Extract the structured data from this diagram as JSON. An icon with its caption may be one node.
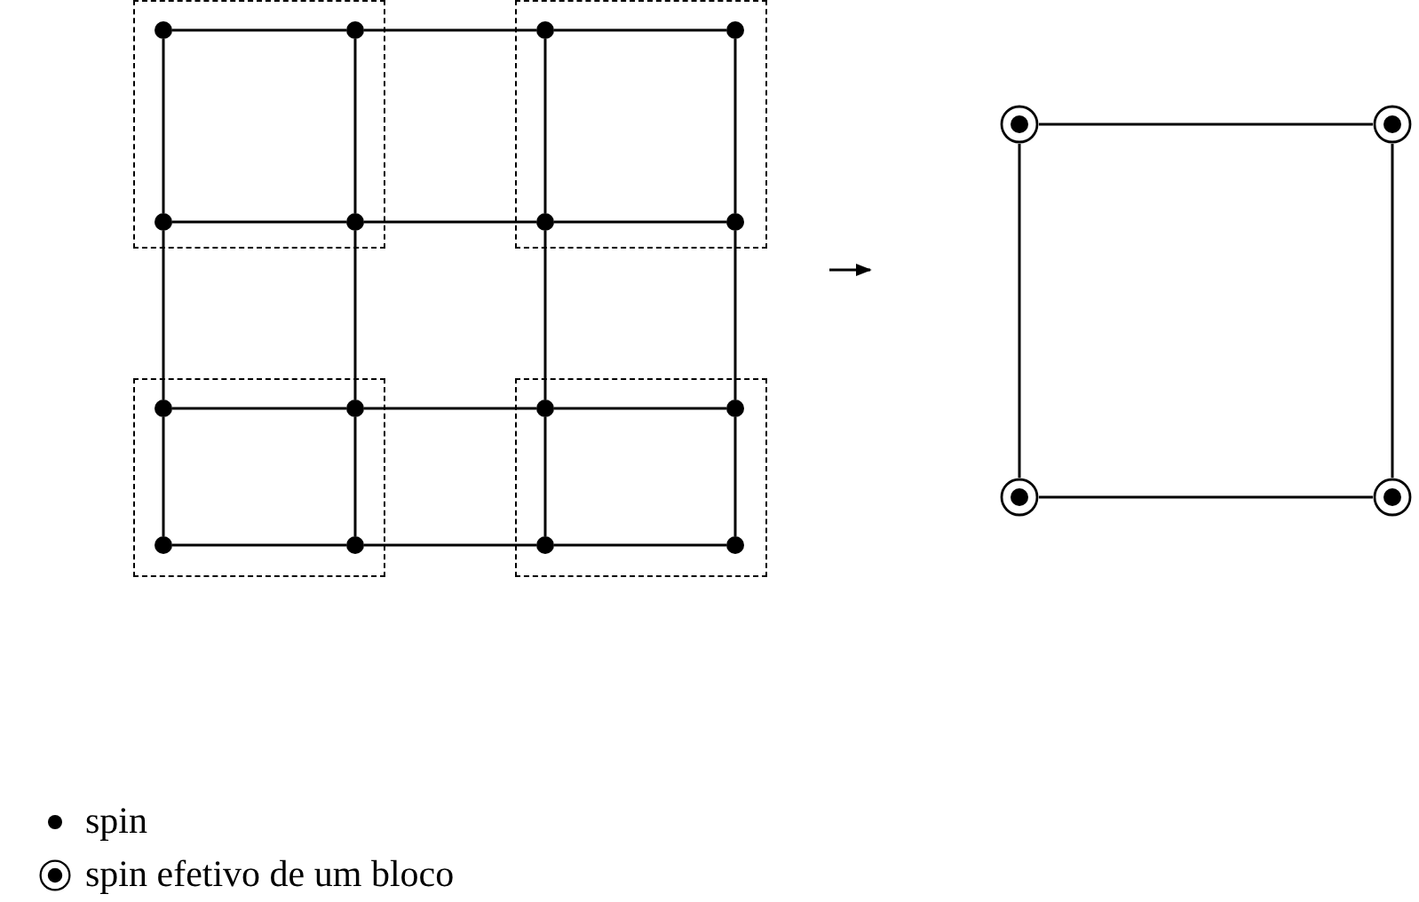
{
  "diagram": {
    "nodes": [
      {
        "text": [],
        "shape": "box"
      },
      {
        "text": [],
        "shape": "circle",
        "in": 0
      },
      {
        "text": [],
        "shape": "circle",
        "in": 0
      },
      {
        "text": [],
        "shape": "circle",
        "in": 0
      },
      {
        "text": [],
        "shape": "circle",
        "in": 0
      },
      {
        "text": [],
        "shape": "box"
      },
      {
        "text": [],
        "shape": "circle",
        "in": 5
      },
      {
        "text": [],
        "shape": "circle",
        "in": 5
      },
      {
        "text": [],
        "shape": "circle",
        "in": 5
      },
      {
        "text": [],
        "shape": "circle",
        "in": 5
      },
      {
        "text": [],
        "shape": "box"
      },
      {
        "text": [],
        "shape": "circle",
        "in": 10
      },
      {
        "text": [],
        "shape": "circle",
        "in": 10
      },
      {
        "text": [],
        "shape": "circle",
        "in": 10
      },
      {
        "text": [],
        "shape": "circle",
        "in": 10
      },
      {
        "text": [],
        "shape": "box"
      },
      {
        "text": [],
        "shape": "circle",
        "in": 15
      },
      {
        "text": [],
        "shape": "circle",
        "in": 15
      },
      {
        "text": [],
        "shape": "circle",
        "in": 15
      },
      {
        "text": [],
        "shape": "circle",
        "in": 15
      },
      {
        "text": [],
        "shape": "circle"
      },
      {
        "text": [],
        "shape": "circle"
      },
      {
        "text": [],
        "shape": "circle"
      },
      {
        "text": [],
        "shape": "circle"
      }
    ],
    "edges": [
      {
        "from": 1,
        "to": 2,
        "arrow": "none"
      },
      {
        "from": 2,
        "to": 6,
        "arrow": "none"
      },
      {
        "from": 6,
        "to": 7,
        "arrow": "none"
      },
      {
        "from": 3,
        "to": 4,
        "arrow": "none"
      },
      {
        "from": 4,
        "to": 8,
        "arrow": "none"
      },
      {
        "from": 8,
        "to": 9,
        "arrow": "none"
      },
      {
        "from": 11,
        "to": 12,
        "arrow": "none"
      },
      {
        "from": 12,
        "to": 16,
        "arrow": "none"
      },
      {
        "from": 16,
        "to": 17,
        "arrow": "none"
      },
      {
        "from": 13,
        "to": 14,
        "arrow": "none"
      },
      {
        "from": 14,
        "to": 18,
        "arrow": "none"
      },
      {
        "from": 18,
        "to": 19,
        "arrow": "none"
      },
      {
        "from": 1,
        "to": 3,
        "arrow": "none"
      },
      {
        "from": 3,
        "to": 11,
        "arrow": "none"
      },
      {
        "from": 11,
        "to": 13,
        "arrow": "none"
      },
      {
        "from": 2,
        "to": 4,
        "arrow": "none"
      },
      {
        "from": 4,
        "to": 12,
        "arrow": "none"
      },
      {
        "from": 12,
        "to": 14,
        "arrow": "none"
      },
      {
        "from": 6,
        "to": 8,
        "arrow": "none"
      },
      {
        "from": 8,
        "to": 16,
        "arrow": "none"
      },
      {
        "from": 16,
        "to": 18,
        "arrow": "none"
      },
      {
        "from": 7,
        "to": 9,
        "arrow": "none"
      },
      {
        "from": 9,
        "to": 17,
        "arrow": "none"
      },
      {
        "from": 17,
        "to": 19,
        "arrow": "none"
      },
      {
        "from": 20,
        "to": 21,
        "arrow": "none"
      },
      {
        "from": 22,
        "to": 23,
        "arrow": "none"
      },
      {
        "from": 20,
        "to": 22,
        "arrow": "none"
      },
      {
        "from": 21,
        "to": 23,
        "arrow": "none"
      }
    ],
    "legend": [
      {
        "text": "spin"
      },
      {
        "text": "spin efetivo de um bloco"
      }
    ]
  }
}
